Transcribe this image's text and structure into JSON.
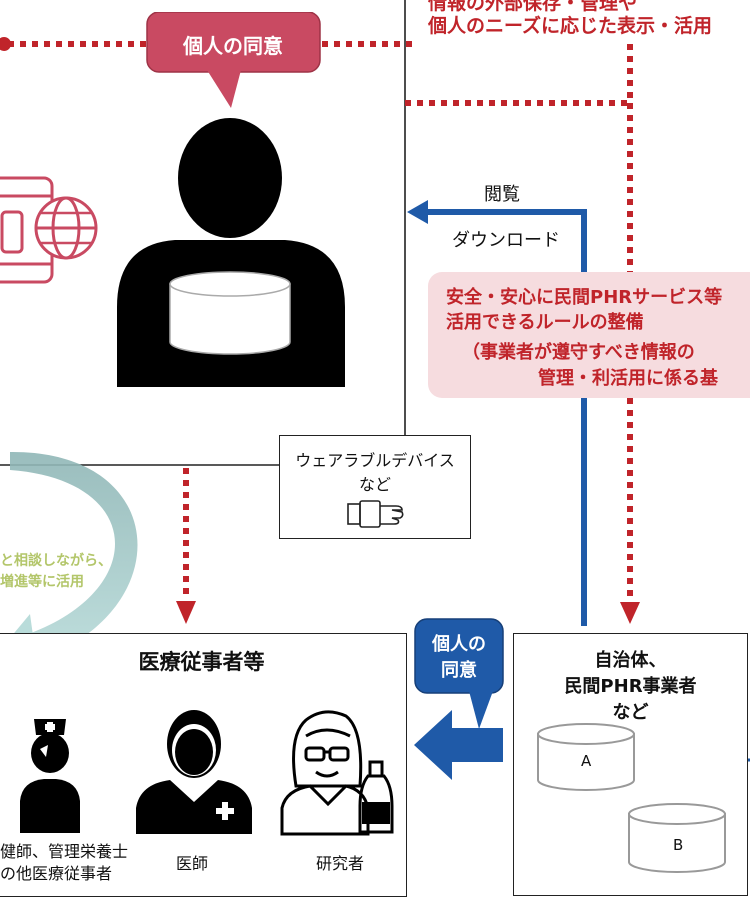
{
  "top_text": {
    "line1": "情報の外部保存・管理や",
    "line2": "個人のニーズに応じた表示・活用"
  },
  "consent_top": "個人の同意",
  "browse_label": "閲覧",
  "download_label": "ダウンロード",
  "rule_box": {
    "line1": "安全・安心に民間PHRサービス等",
    "line2": "活用できるルールの整備",
    "line3": "（事業者が遵守すべき情報の",
    "line4": "管理・利活用に係る基"
  },
  "wearable": {
    "line1": "ウェアラブルデバイス",
    "line2": "など"
  },
  "curve_text": {
    "line1": "と相談しながら、",
    "line2": "増進等に活用"
  },
  "medical": {
    "title": "医療従事者等",
    "caption_left1": "健師、管理栄養士",
    "caption_left2": "の他医療従事者",
    "caption_doctor": "医師",
    "caption_researcher": "研究者"
  },
  "consent_bottom": {
    "line1": "個人の",
    "line2": "同意"
  },
  "provider": {
    "line1": "自治体、",
    "line2": "民間PHR事業者",
    "line3": "など",
    "db_a": "A",
    "db_b": "B"
  },
  "colors": {
    "red": "#c0242a",
    "blue": "#1f5aa8",
    "pink": "#c94a62",
    "rule_bg": "#f6dcdf",
    "teal": "#93c0c2",
    "olive": "#b3c66a"
  }
}
